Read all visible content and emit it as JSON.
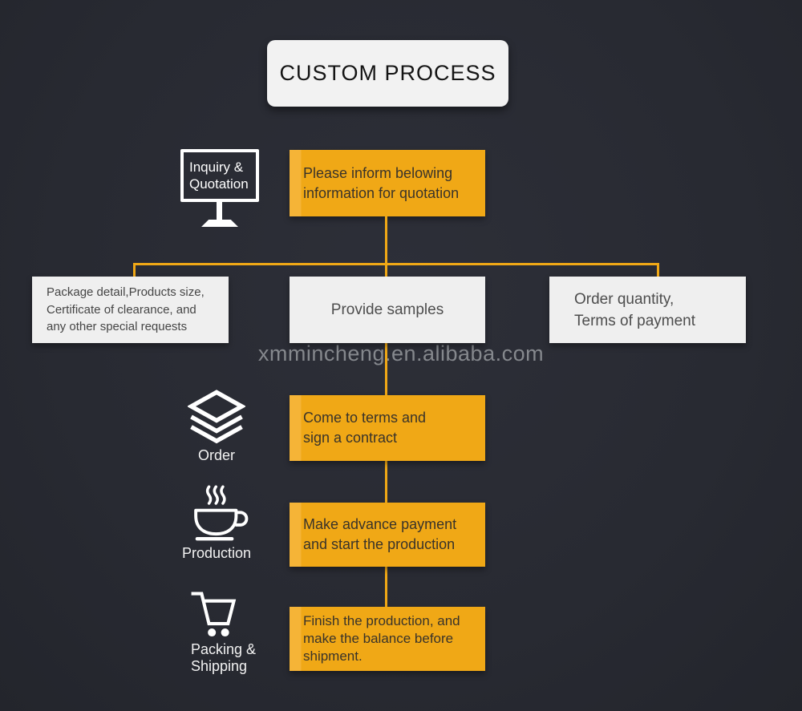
{
  "title": "CUSTOM PROCESS",
  "watermark": "xmmincheng.en.alibaba.com",
  "stages": {
    "inquiry": {
      "label_lines": [
        "Inquiry &",
        "Quotation"
      ]
    },
    "order": {
      "label": "Order"
    },
    "production": {
      "label": "Production"
    },
    "packing": {
      "label_lines": [
        "Packing &",
        "Shipping"
      ]
    }
  },
  "boxes": {
    "inform": {
      "lines": [
        "Please inform belowing",
        "information for quotation"
      ]
    },
    "package": {
      "lines": [
        "Package detail,Products size,",
        "Certificate of clearance, and",
        "any other special requests"
      ]
    },
    "samples": {
      "lines": [
        "Provide samples"
      ]
    },
    "quantity": {
      "lines": [
        "Order quantity,",
        "Terms of payment"
      ]
    },
    "contract": {
      "lines": [
        "Come to terms and",
        "sign a contract"
      ]
    },
    "payment": {
      "lines": [
        "Make advance payment",
        "and start the production"
      ]
    },
    "finish": {
      "lines": [
        "Finish the production, and",
        "make the balance before",
        "shipment."
      ]
    }
  },
  "colors": {
    "background": "#292b33",
    "accent": "#f0a816",
    "accent_light": "#f5b437",
    "box_light": "#efefef",
    "box_text_dark": "#39332a",
    "icon_white": "#ffffff",
    "watermark_gray": "#85888d"
  }
}
